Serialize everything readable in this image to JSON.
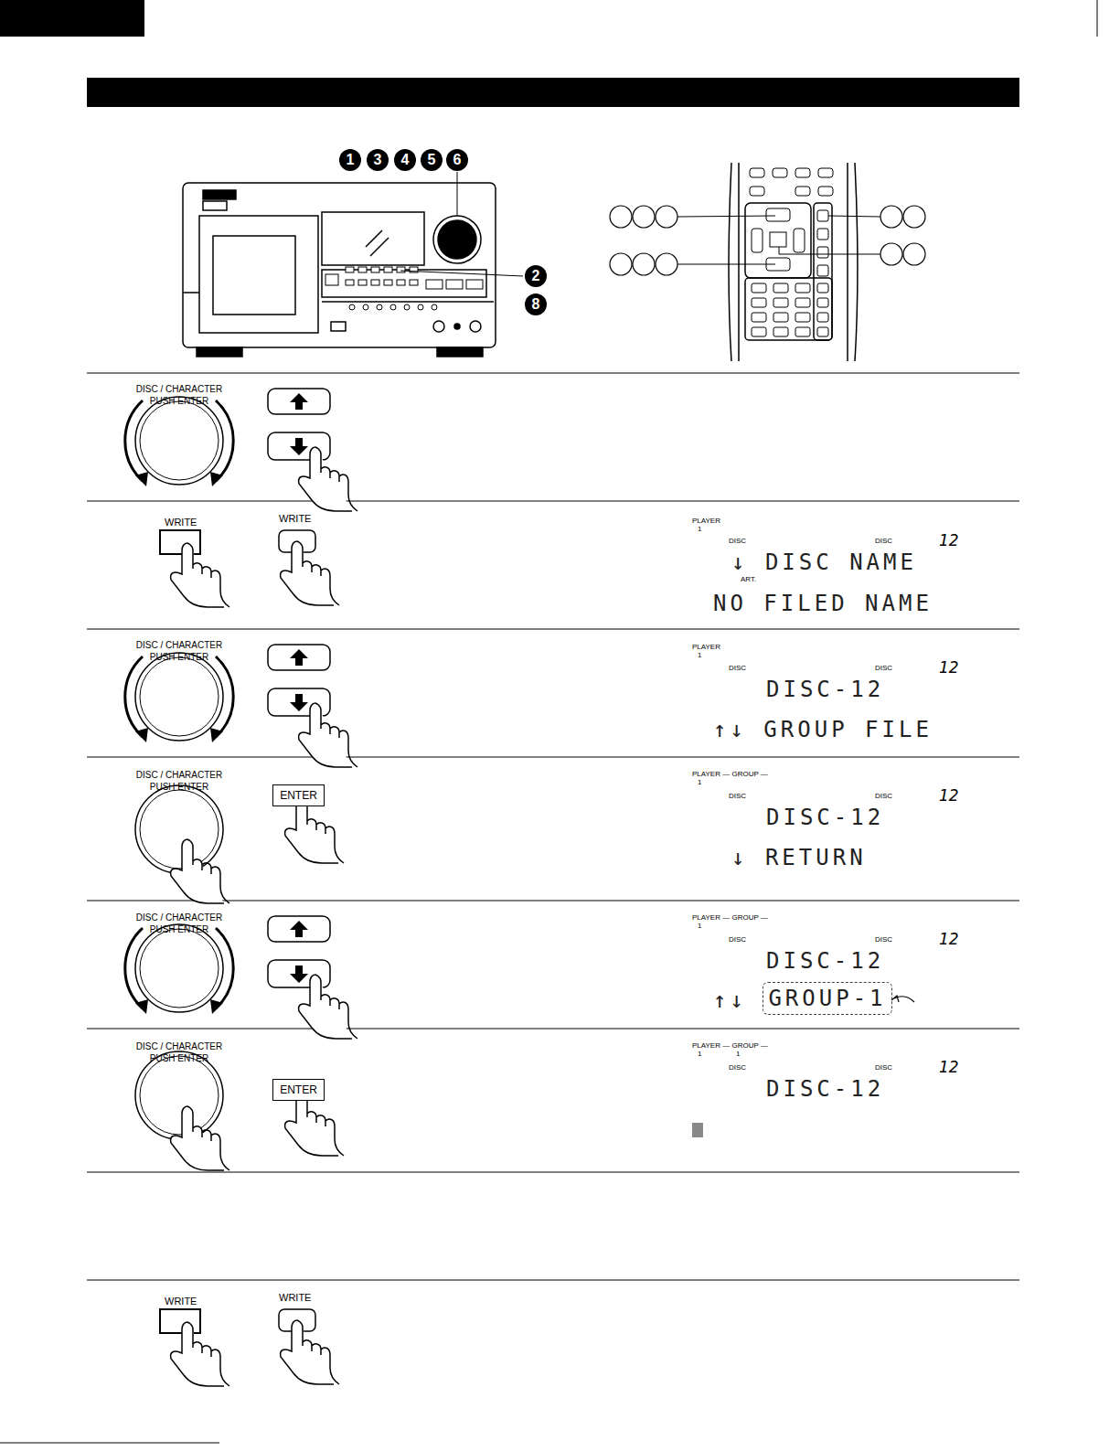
{
  "diagram": {
    "nodes": [
      {
        "text": [
          "ENTER"
        ]
      },
      {
        "text": [
          "GROUP-1"
        ]
      },
      {
        "text": [
          "ENTER"
        ]
      }
    ],
    "labels": [
      "1",
      "3",
      "4",
      "5",
      "6",
      "2",
      "8",
      "DISC / CHARACTER PUSH ENTER",
      "WRITE",
      "WRITE",
      "PLAYER",
      "1",
      "DISC",
      "DISC",
      "12",
      "↓ DISC NAME",
      "ART.",
      "NO FILED NAME",
      "DISC / CHARACTER PUSH ENTER",
      "PLAYER",
      "1",
      "DISC",
      "DISC",
      "12",
      "DISC-12",
      "↑↓ GROUP FILE",
      "DISC / CHARACTER PUSH ENTER",
      "PLAYER — GROUP —",
      "1",
      "DISC",
      "DISC",
      "12",
      "DISC-12",
      "↓ RETURN",
      "DISC / CHARACTER PUSH ENTER",
      "PLAYER — GROUP —",
      "1",
      "DISC",
      "DISC",
      "12",
      "DISC-12",
      "↑↓",
      "DISC / CHARACTER PUSH ENTER",
      "PLAYER — GROUP —",
      "1",
      "1",
      "DISC",
      "DISC",
      "12",
      "DISC-12",
      "WRITE",
      "WRITE"
    ]
  }
}
